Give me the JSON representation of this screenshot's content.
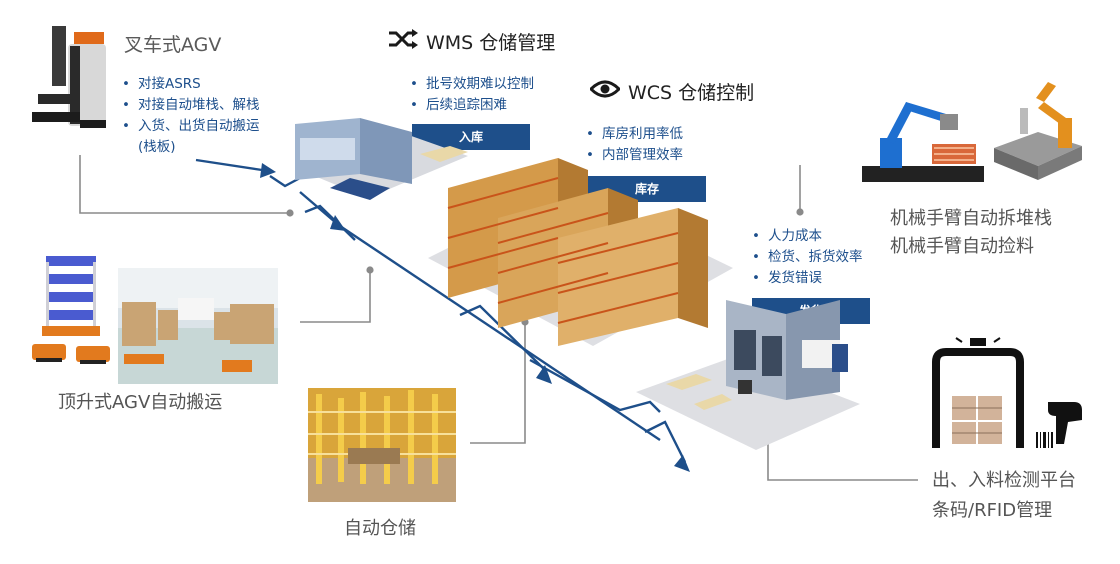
{
  "forklift_agv": {
    "title": "叉车式AGV",
    "bullets": [
      "对接ASRS",
      "对接自动堆栈、解栈",
      "入货、出货自动搬运"
    ],
    "bullet_cont": "(栈板)"
  },
  "wms": {
    "title": "WMS 仓储管理",
    "bullets": [
      "批号效期难以控制",
      "后续追踪困难"
    ],
    "tag": "入库"
  },
  "wcs": {
    "title": "WCS 仓储控制",
    "bullets": [
      "库房利用率低",
      "内部管理效率"
    ],
    "tag": "库存"
  },
  "shipping": {
    "bullets": [
      "人力成本",
      "检货、拆货效率",
      "发货错误"
    ],
    "tag": "发货"
  },
  "robot_arm": {
    "line1": "机械手臂自动拆堆栈",
    "line2": "机械手臂自动捡料"
  },
  "lift_agv": {
    "caption": "顶升式AGV自动搬运"
  },
  "auto_storage": {
    "caption": "自动仓储"
  },
  "inspection": {
    "line1": "出、入料检测平台",
    "line2": "条码/RFID管理"
  },
  "colors": {
    "accent_blue": "#1e4f8a",
    "text_blue": "#1d4f8c",
    "connector_gray": "#8a8a8a"
  },
  "icons": [
    "shuffle-icon",
    "eye-icon",
    "forklift-agv-image",
    "lift-agv-image",
    "robot-arm-image",
    "barcode-scanner-icon"
  ]
}
